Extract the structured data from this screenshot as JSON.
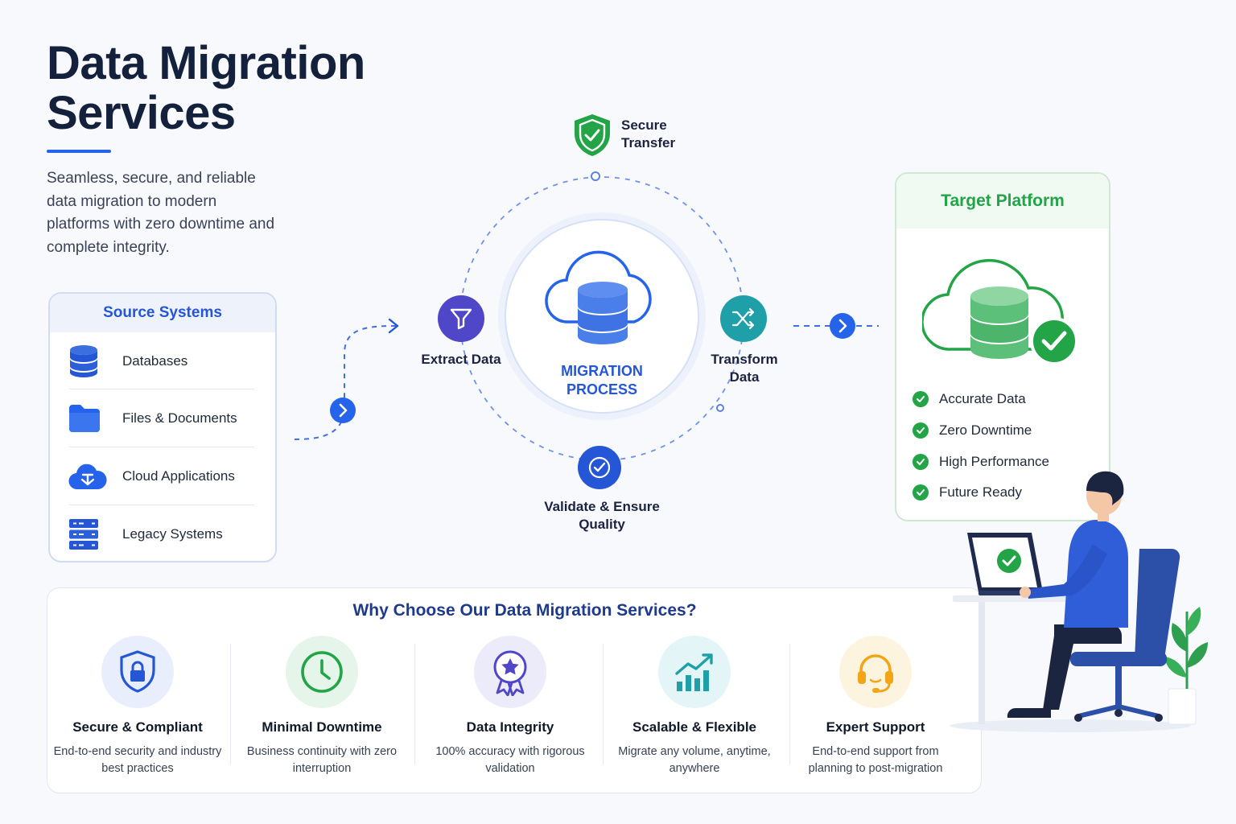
{
  "header": {
    "title": "Data Migration Services",
    "subtitle": "Seamless, secure, and reliable data migration to modern platforms with zero downtime and complete integrity."
  },
  "source_systems": {
    "title": "Source Systems",
    "items": [
      {
        "label": "Databases",
        "icon": "database-icon"
      },
      {
        "label": "Files & Documents",
        "icon": "folder-icon"
      },
      {
        "label": "Cloud Applications",
        "icon": "cloud-app-icon"
      },
      {
        "label": "Legacy Systems",
        "icon": "server-icon"
      }
    ]
  },
  "process": {
    "center_label": "MIGRATION PROCESS",
    "steps": {
      "secure": "Secure Transfer",
      "extract": "Extract Data",
      "transform": "Transform Data",
      "validate": "Validate & Ensure Quality"
    }
  },
  "target_platform": {
    "title": "Target Platform",
    "items": [
      "Accurate Data",
      "Zero Downtime",
      "High Performance",
      "Future Ready"
    ]
  },
  "why_choose": {
    "title": "Why Choose Our Data Migration Services?",
    "features": [
      {
        "name": "Secure & Compliant",
        "desc": "End-to-end security and industry best practices",
        "icon": "shield-lock-icon"
      },
      {
        "name": "Minimal Downtime",
        "desc": "Business continuity with zero interruption",
        "icon": "clock-icon"
      },
      {
        "name": "Data Integrity",
        "desc": "100% accuracy with rigorous validation",
        "icon": "award-badge-icon"
      },
      {
        "name": "Scalable & Flexible",
        "desc": "Migrate any volume, anytime, anywhere",
        "icon": "growth-chart-icon"
      },
      {
        "name": "Expert Support",
        "desc": "End-to-end support from planning to post-migration",
        "icon": "headset-icon"
      }
    ]
  },
  "colors": {
    "primary": "#2456d6",
    "success": "#22a447",
    "title": "#14213d",
    "purple": "#4f46c8",
    "teal": "#1fa0a8"
  }
}
